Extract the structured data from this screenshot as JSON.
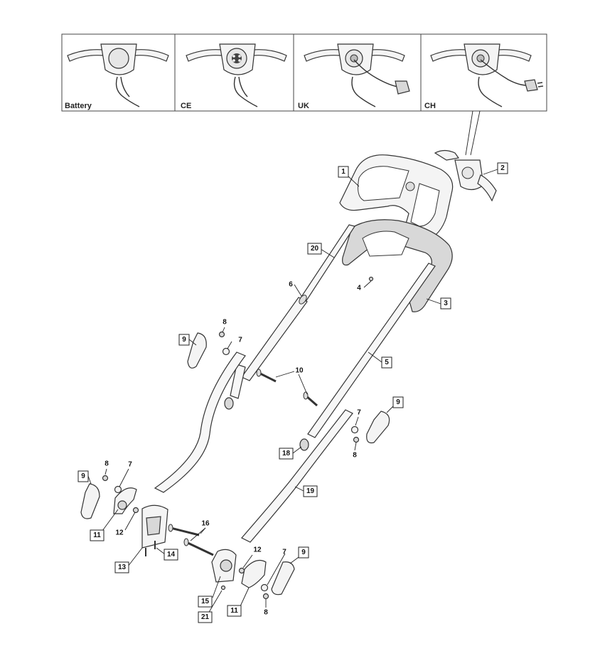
{
  "variants": [
    {
      "label": "Battery"
    },
    {
      "label": "CE"
    },
    {
      "label": "UK"
    },
    {
      "label": "CH"
    }
  ],
  "callouts": {
    "c1": "1",
    "c2": "2",
    "c3": "3",
    "c4": "4",
    "c5": "5",
    "c6": "6",
    "c7a": "7",
    "c7b": "7",
    "c7c": "7",
    "c7d": "7",
    "c8a": "8",
    "c8b": "8",
    "c8c": "8",
    "c8d": "8",
    "c9a": "9",
    "c9b": "9",
    "c9c": "9",
    "c9d": "9",
    "c10": "10",
    "c11a": "11",
    "c11b": "11",
    "c12a": "12",
    "c12b": "12",
    "c13": "13",
    "c14": "14",
    "c15": "15",
    "c16": "16",
    "c18": "18",
    "c19": "19",
    "c20": "20",
    "c21": "21"
  },
  "colors": {
    "line": "#333333",
    "fill": "#f4f4f4",
    "panel_border": "#444444"
  }
}
